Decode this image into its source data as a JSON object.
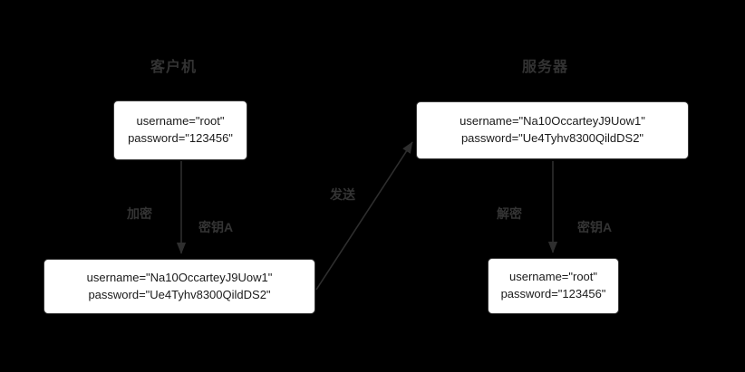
{
  "diagram": {
    "background_color": "#000000",
    "titles": [
      {
        "id": "client",
        "label": "客户机"
      },
      {
        "id": "server",
        "label": "服务器"
      }
    ],
    "nodes": [
      {
        "id": "client-plain",
        "line1": "username=\"root\"",
        "line2": "password=\"123456\""
      },
      {
        "id": "server-cipher",
        "line1": "username=\"Na10OccarteyJ9Uow1\"",
        "line2": "password=\"Ue4Tyhv8300QildDS2\""
      },
      {
        "id": "client-cipher",
        "line1": "username=\"Na10OccarteyJ9Uow1\"",
        "line2": "password=\"Ue4Tyhv8300QildDS2\""
      },
      {
        "id": "server-plain",
        "line1": "username=\"root\"",
        "line2": "password=\"123456\""
      }
    ],
    "edges": [
      {
        "id": "encrypt",
        "label": "加密",
        "key_label": "密钥A"
      },
      {
        "id": "send",
        "label": "发送"
      },
      {
        "id": "decrypt",
        "label": "解密",
        "key_label": "密钥A"
      }
    ],
    "colors": {
      "box_fill": "#ffffff",
      "box_border": "#3a3a3a",
      "edge_stroke": "#2e2e2e",
      "title_text": "#333333",
      "label_text": "#343434",
      "body_text": "#1a1a1a"
    }
  }
}
